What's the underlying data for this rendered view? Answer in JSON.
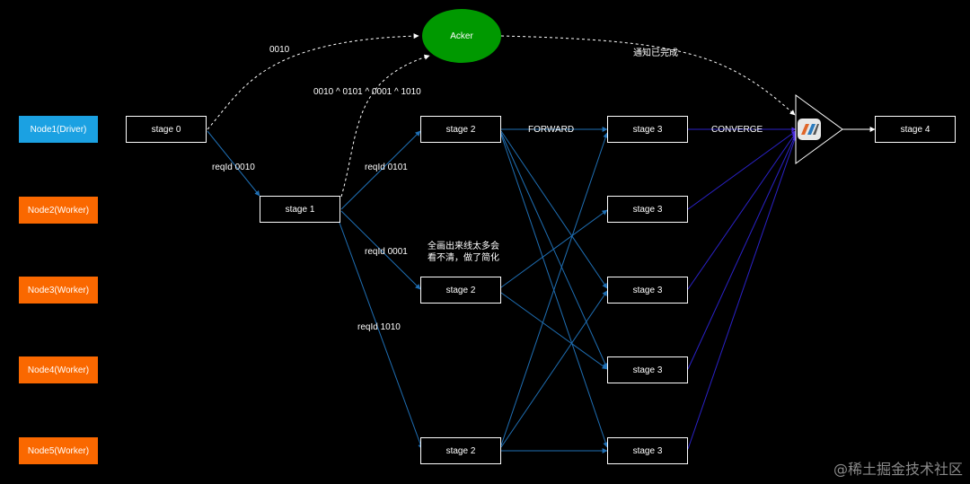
{
  "nodes": [
    {
      "label": "Node1(Driver)",
      "role": "driver"
    },
    {
      "label": "Node2(Worker)",
      "role": "worker"
    },
    {
      "label": "Node3(Worker)",
      "role": "worker"
    },
    {
      "label": "Node4(Worker)",
      "role": "worker"
    },
    {
      "label": "Node5(Worker)",
      "role": "worker"
    }
  ],
  "stages": {
    "s0": "stage 0",
    "s1": "stage 1",
    "s2a": "stage 2",
    "s2b": "stage 2",
    "s2c": "stage 2",
    "s3a": "stage 3",
    "s3b": "stage 3",
    "s3c": "stage 3",
    "s3d": "stage 3",
    "s3e": "stage 3",
    "s4": "stage 4"
  },
  "acker": "Acker",
  "edge_labels": {
    "bits_0010": "0010",
    "xor_expr": "0010 ^ 0101 ^ 0001 ^ 1010",
    "notify_done": "通知已完成",
    "reqid_0010": "reqId 0010",
    "reqid_0101": "reqId 0101",
    "reqid_0001": "reqId 0001",
    "reqid_1010": "reqId 1010",
    "forward": "FORWARD",
    "converge": "CONVERGE"
  },
  "note": [
    "全画出来线太多会",
    "看不清，做了简化"
  ],
  "watermark": "@稀土掘金技术社区",
  "colors": {
    "background": "#000000",
    "driver": "#1ba1e2",
    "worker": "#fa6800",
    "acker": "#009900",
    "flow_edge": "#1f6fb4",
    "converge_edge": "#2b22c9",
    "dashed_edge": "#ffffff"
  }
}
